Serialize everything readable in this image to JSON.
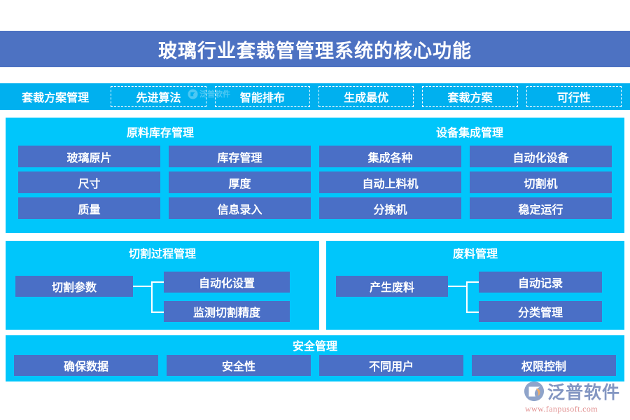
{
  "header": {
    "title": "玻璃行业套裁管管理系统的核心功能",
    "banner_color": "#4d72c2"
  },
  "tag_strip": {
    "background": "#00b0ef",
    "tags": [
      {
        "label": "套裁方案管理",
        "dashed": false
      },
      {
        "label": "先进算法",
        "dashed": true
      },
      {
        "label": "智能排布",
        "dashed": true
      },
      {
        "label": "生成最优",
        "dashed": true
      },
      {
        "label": "套裁方案",
        "dashed": true
      },
      {
        "label": "可行性",
        "dashed": true
      }
    ],
    "watermark": "泛普软件"
  },
  "panel_color": "#00c6fb",
  "chip_color": "#4a6fc6",
  "section_inventory_equipment": {
    "headings": [
      "原料库存管理",
      "设备集成管理"
    ],
    "chips": [
      "玻璃原片",
      "库存管理",
      "集成各种",
      "自动化设备",
      "尺寸",
      "厚度",
      "自动上料机",
      "切割机",
      "质量",
      "信息录入",
      "分拣机",
      "稳定运行"
    ]
  },
  "section_cutting": {
    "heading": "切割过程管理",
    "parent": "切割参数",
    "children": [
      "自动化设置",
      "监测切割精度"
    ]
  },
  "section_waste": {
    "heading": "废料管理",
    "parent": "产生废料",
    "children": [
      "自动记录",
      "分类管理"
    ]
  },
  "section_safety": {
    "heading": "安全管理",
    "chips": [
      "确保数据",
      "安全性",
      "不同用户",
      "权限控制"
    ]
  },
  "logo": {
    "name": "泛普软件",
    "url": "www.fanpusoft.com"
  }
}
